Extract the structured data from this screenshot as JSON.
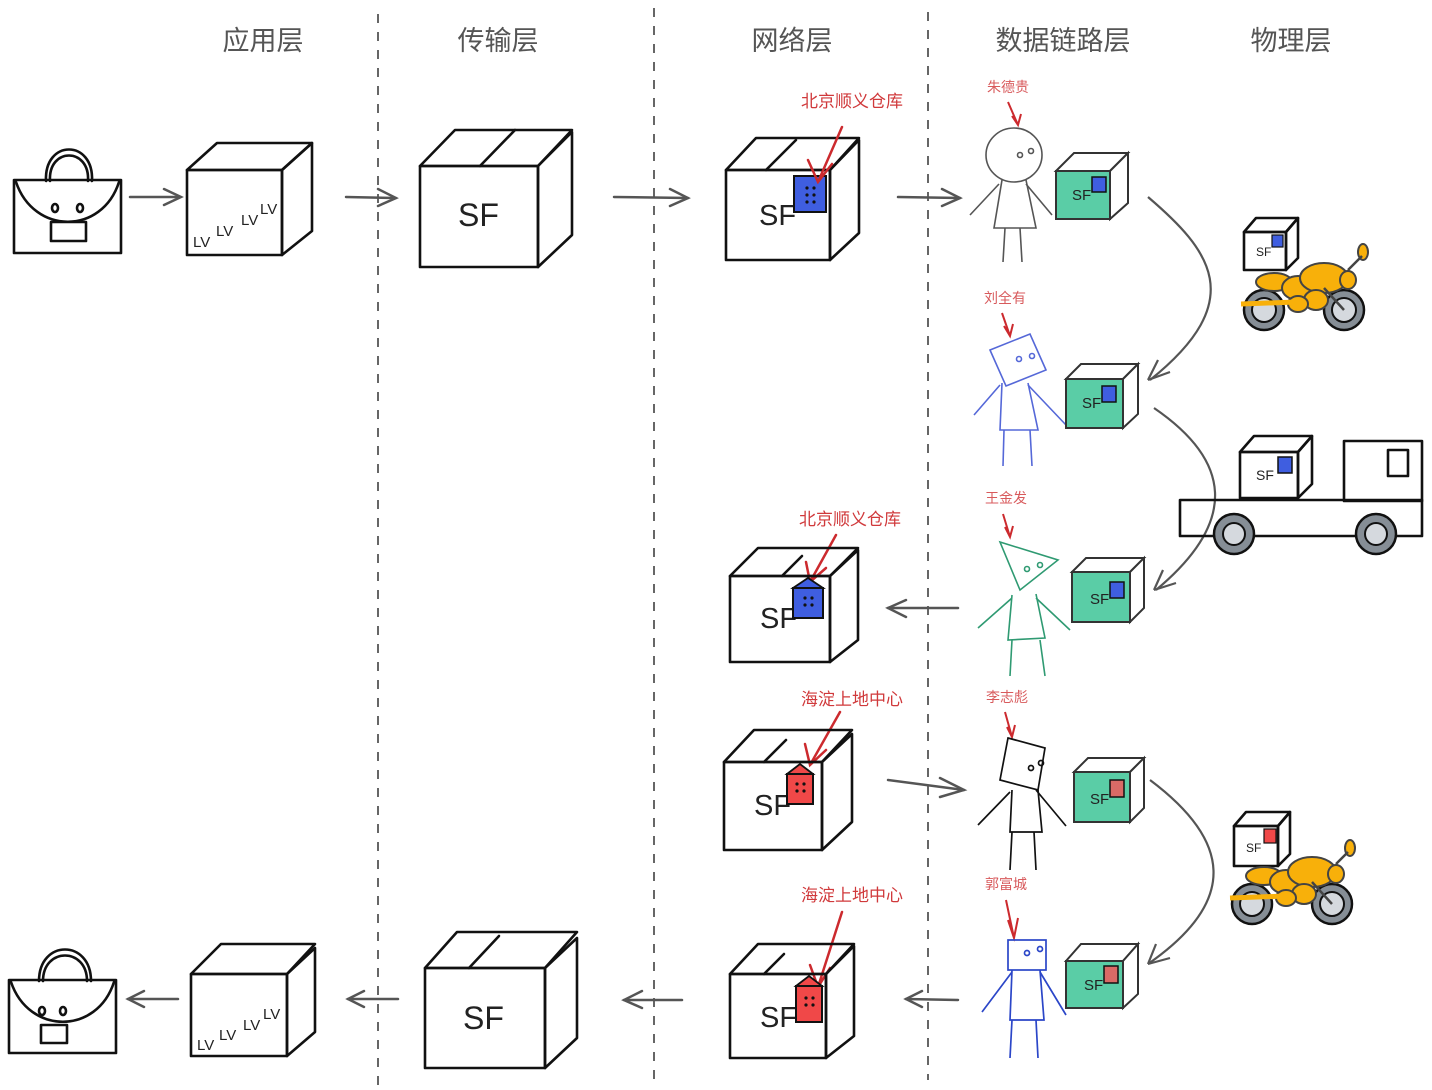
{
  "diagram": {
    "type": "OSI layers explained via parcel delivery analogy",
    "layers": [
      {
        "id": "application",
        "title": "应用层"
      },
      {
        "id": "transport",
        "title": "传输层"
      },
      {
        "id": "network",
        "title": "网络层"
      },
      {
        "id": "datalink",
        "title": "数据链路层"
      },
      {
        "id": "physical",
        "title": "物理层"
      }
    ],
    "packages": {
      "sf_label": "SF",
      "lv_label": "LV"
    },
    "network_tags": [
      {
        "label": "北京顺义仓库",
        "color": "#3f5ee0"
      },
      {
        "label": "北京顺义仓库",
        "color": "#3f5ee0"
      },
      {
        "label": "海淀上地中心",
        "color": "#f04848"
      },
      {
        "label": "海淀上地中心",
        "color": "#f04848"
      }
    ],
    "couriers": [
      {
        "name": "朱德贵",
        "color": "#555555"
      },
      {
        "name": "刘全有",
        "color": "#5568d8"
      },
      {
        "name": "王金发",
        "color": "#2f9a72"
      },
      {
        "name": "李志彪",
        "color": "#111111"
      },
      {
        "name": "郭富城",
        "color": "#2b46c8"
      }
    ],
    "vehicles": [
      {
        "type": "motorcycle",
        "tag_color": "#3f5ee0"
      },
      {
        "type": "truck",
        "tag_color": "#3f5ee0"
      },
      {
        "type": "motorcycle",
        "tag_color": "#f04848"
      }
    ],
    "colors": {
      "bag": "#f65353",
      "lv_box": "#bd4ad9",
      "sf_box": "#13b886",
      "sf_box_light": "#5acda6",
      "vehicle": "#f8b00a",
      "wheel": "#868e96",
      "tag_blue": "#3f5ee0",
      "tag_red": "#f04848"
    }
  }
}
